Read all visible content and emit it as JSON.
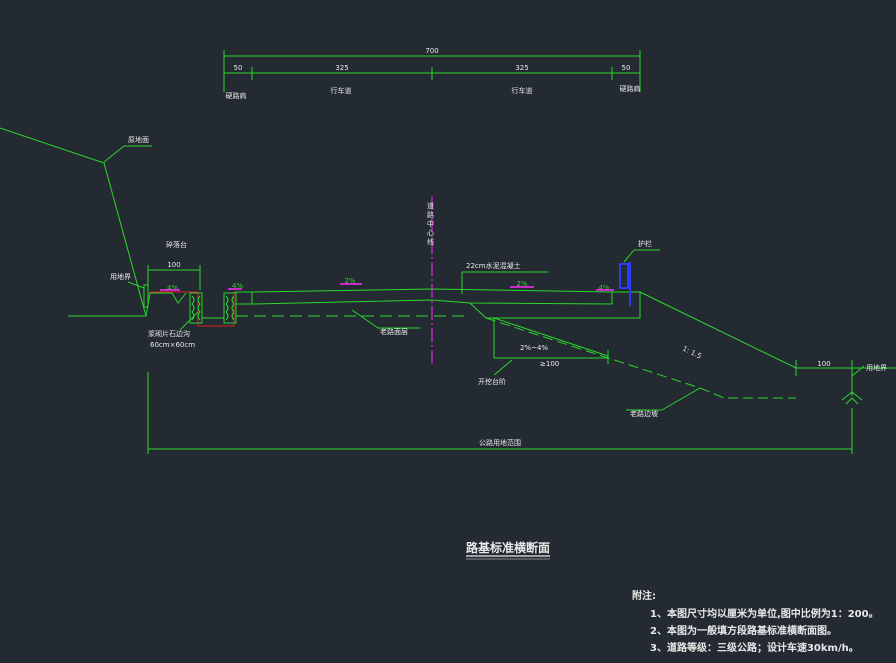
{
  "dims": {
    "total": "700",
    "left_shoulder": "50",
    "left_lane": "325",
    "right_lane": "325",
    "right_shoulder": "50"
  },
  "zones": {
    "left_shoulder": "硬路肩",
    "left_lane": "行车道",
    "right_lane": "行车道",
    "right_shoulder": "硬路肩"
  },
  "labels": {
    "original_ground": "原地面",
    "berm": "碎落台",
    "berm_width": "100",
    "land_boundary_left": "用地界",
    "centerline": "道路中心线",
    "pavement": "22cm水泥混凝土",
    "guardrail": "护栏",
    "slope_ratio": "1: 1.5",
    "right_width": "100",
    "land_boundary_right": "用地界",
    "ditch": "浆砌片石边沟",
    "ditch_size": "60cm×60cm",
    "subgrade": "老路面层",
    "step_text": "开挖台阶",
    "step_slope": "2%~4%",
    "step_width": "≥100",
    "fill_slope": "老路边坡",
    "total_width": "公路用地范围",
    "crossfall_left1": "4%",
    "crossfall_left2": "4%",
    "crossfall_mid": "2%",
    "crossfall_right": "2%",
    "crossfall_right2": "4%"
  },
  "title": "路基标准横断面",
  "notes": {
    "heading": "附注:",
    "items": [
      "1、本图尺寸均以厘米为单位,图中比例为1：200。",
      "2、本图为一般填方段路基标准横断面图。",
      "3、道路等级：三级公路；设计车速30km/h。"
    ]
  },
  "colors": {
    "background": "#232a32",
    "line": "#2bd62b",
    "text": "#e8e8e8",
    "accent": "#ff2bff",
    "red": "#e02020",
    "blue": "#2a3cff"
  }
}
